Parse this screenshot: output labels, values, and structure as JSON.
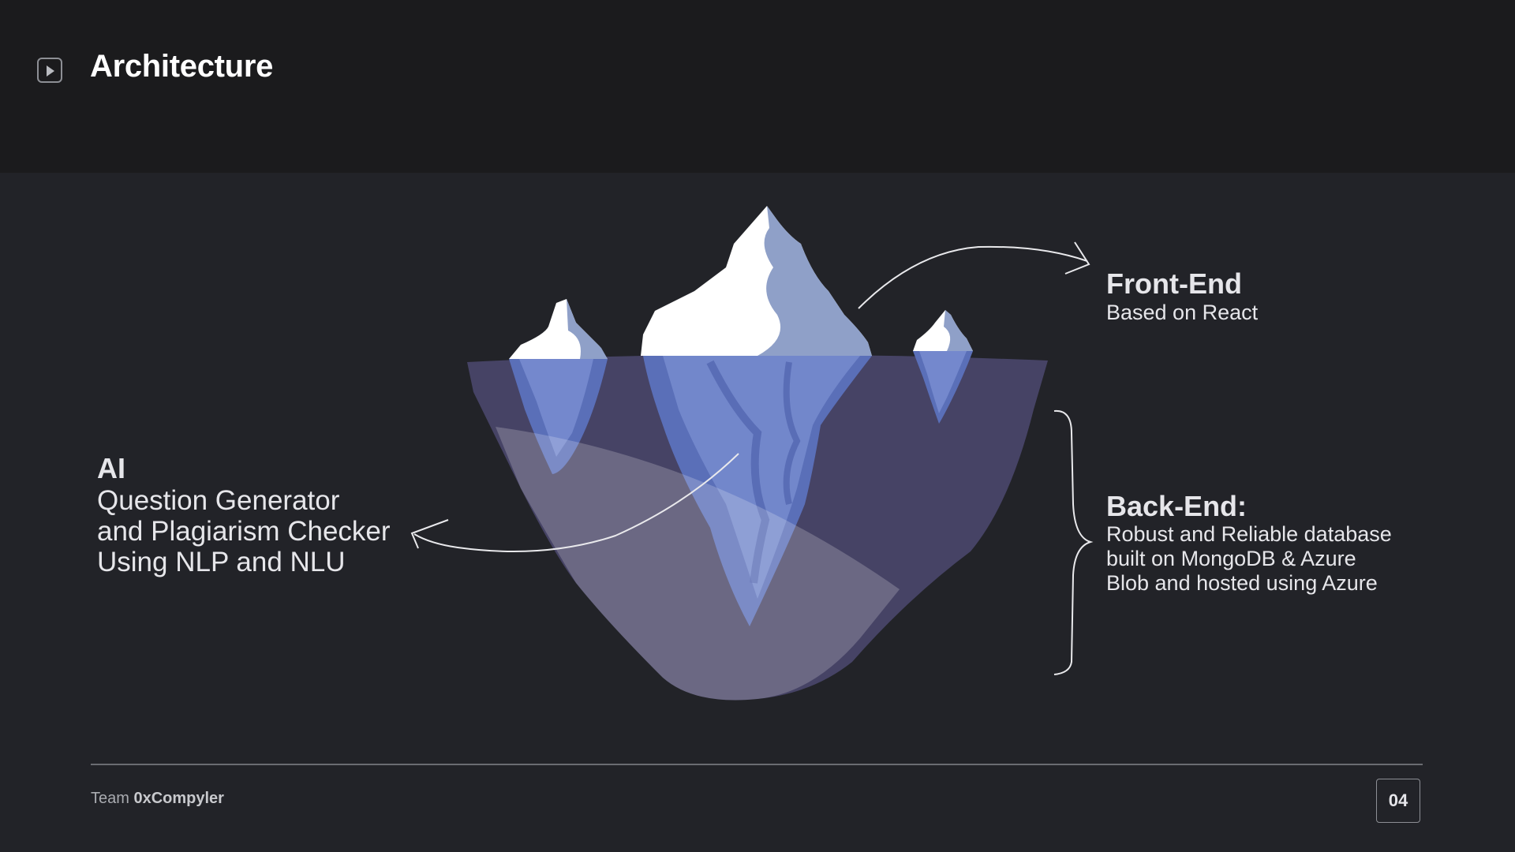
{
  "header": {
    "title": "Architecture",
    "icon": "play-icon"
  },
  "diagram": {
    "labels": {
      "ai": {
        "title": "AI",
        "lines": [
          "Question Generator",
          "and Plagiarism Checker",
          "Using NLP and NLU"
        ]
      },
      "frontend": {
        "title": "Front-End",
        "text": "Based on React"
      },
      "backend": {
        "title": "Back-End:",
        "lines": [
          "Robust and Reliable database",
          "built on MongoDB & Azure",
          "Blob and hosted using Azure"
        ]
      }
    },
    "colors": {
      "background": "#222328",
      "header": "#1b1b1d",
      "water": "#464365",
      "ice_blue": "#7b8fd2",
      "ice_deep": "#5a6fb8",
      "snow": "#ffffff",
      "snow_shade": "#8fa0c8"
    }
  },
  "footer": {
    "team_prefix": "Team",
    "team_name": "0xCompyler",
    "page_number": "04"
  }
}
